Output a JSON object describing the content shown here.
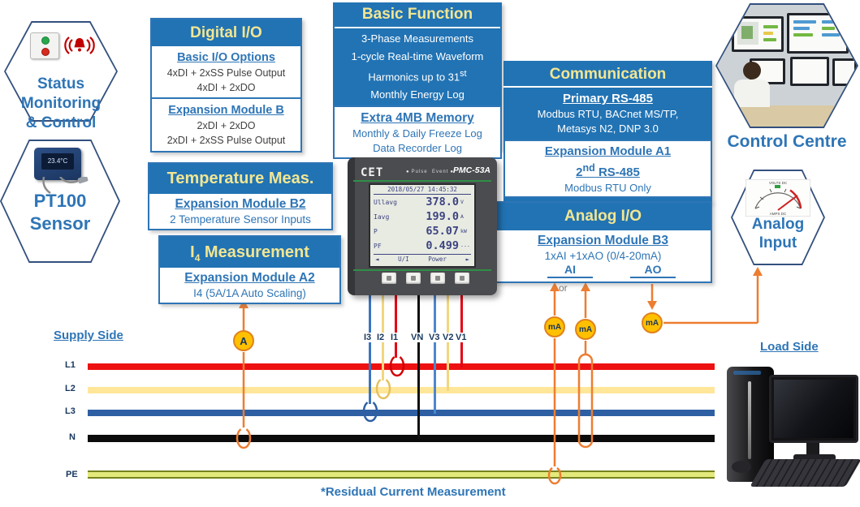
{
  "colors": {
    "header_blue": "#2173b4",
    "accent_blue": "#2e75b6",
    "header_yellow": "#f2e692",
    "orange": "#ed7d31",
    "badge_yellow": "#ffc000",
    "line_l1_red": "#ee1111",
    "line_l2_cream": "#ffe699",
    "line_l3_blue": "#2e5fa3",
    "line_n_black": "#0c0c0c",
    "line_pe_green": "#76831d"
  },
  "hexagons": {
    "status": {
      "line1": "Status",
      "line2": "Monitoring",
      "line3": "& Control"
    },
    "pt100": {
      "line1": "PT100",
      "line2": "Sensor",
      "screen": "23.4°C"
    },
    "control_centre": {
      "caption": "Control Centre"
    },
    "analog_input": {
      "line1": "Analog",
      "line2": "Input",
      "gauge_top": "VOLTS DC",
      "gauge_bottom": "AMPS DC"
    }
  },
  "boxes": {
    "digital_io": {
      "title": "Digital I/O",
      "sections": [
        {
          "heading": "Basic I/O Options",
          "lines": [
            "4xDI + 2xSS Pulse Output",
            "4xDI + 2xDO"
          ]
        },
        {
          "heading": "Expansion Module B",
          "lines": [
            "2xDI + 2xDO",
            "2xDI + 2xSS Pulse Output"
          ]
        }
      ]
    },
    "basic_function": {
      "title": "Basic Function",
      "lines": [
        "3-Phase Measurements",
        "1-cycle Real-time Waveform"
      ],
      "harmonics": {
        "text": "Harmonics up to 31",
        "sup": "st"
      },
      "line_last": "Monthly Energy Log",
      "memory_heading": "Extra 4MB Memory",
      "memory_lines": [
        "Monthly & Daily Freeze Log",
        "Data Recorder Log"
      ]
    },
    "communication": {
      "title": "Communication",
      "primary_heading": "Primary RS-485",
      "primary_lines": [
        "Modbus RTU, BACnet MS/TP,",
        "Metasys N2, DNP 3.0"
      ],
      "expansion_heading": "Expansion Module A1",
      "second": {
        "num": "2",
        "sup": "nd",
        "rest": " RS-485"
      },
      "line": "Modbus RTU Only"
    },
    "temperature": {
      "title": "Temperature Meas.",
      "heading": "Expansion Module B2",
      "line": "2 Temperature Sensor Inputs"
    },
    "i4": {
      "title": {
        "base": "I",
        "sub": "4",
        "rest": " Measurement"
      },
      "heading": "Expansion Module A2",
      "line": "I4 (5A/1A Auto Scaling)"
    },
    "analog_io": {
      "title": "Analog I/O",
      "heading": "Expansion Module B3",
      "line": "1xAI +1xAO (0/4-20mA)",
      "ai": "AI",
      "ao": "AO",
      "or_label": "or"
    }
  },
  "meter": {
    "brand": "CET",
    "model": "PMC-53A",
    "led_pulse": "Pulse",
    "led_event": "Event",
    "datetime": "2018/05/27 14:45:32",
    "rows": [
      {
        "label": "Ullavg",
        "value": "378.0",
        "unit": "V"
      },
      {
        "label": "Iavg",
        "value": "199.0",
        "unit": "A"
      },
      {
        "label": "P",
        "value": "65.07",
        "unit": "kW"
      },
      {
        "label": "PF",
        "value": "0.499",
        "unit": "---"
      }
    ],
    "nav": {
      "left_arrow": "◄",
      "left": "U/I",
      "right": "Power",
      "right_arrow": "►"
    }
  },
  "wiring": {
    "supply_side": "Supply Side",
    "load_side": "Load Side",
    "bus_labels": [
      "L1",
      "L2",
      "L3",
      "N",
      "PE"
    ],
    "wire_labels": [
      "I3",
      "I2",
      "I1",
      "VN",
      "V3",
      "V2",
      "V1"
    ],
    "ammeter_label": "A",
    "ma_label": "mA",
    "note": "*Residual Current Measurement"
  }
}
